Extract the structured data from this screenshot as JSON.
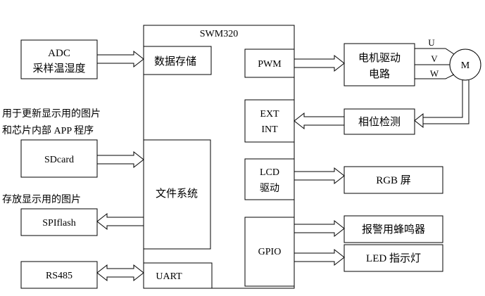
{
  "main_block": {
    "title": "SWM320"
  },
  "adc": {
    "line1": "ADC",
    "line2": "采样温湿度"
  },
  "blocks": {
    "data_storage": "数据存储",
    "file_system": "文件系统",
    "uart": "UART",
    "pwm": "PWM",
    "ext_int_line1": "EXT",
    "ext_int_line2": "INT",
    "lcd_line1": "LCD",
    "lcd_line2": "驱动",
    "gpio": "GPIO",
    "sdcard": "SDcard",
    "spiflash": "SPIflash",
    "rs485": "RS485",
    "motor_drive_line1": "电机驱动",
    "motor_drive_line2": "电路",
    "phase_detect": "相位检测",
    "rgb_screen": "RGB 屏",
    "buzzer": "报警用蜂鸣器",
    "led": "LED 指示灯",
    "motor": "M"
  },
  "phases": {
    "u": "U",
    "v": "V",
    "w": "W"
  },
  "notes": {
    "sd_note_line1": "用于更新显示用的图片",
    "sd_note_line2": "和芯片内部 APP 程序",
    "spi_note": "存放显示用的图片"
  }
}
